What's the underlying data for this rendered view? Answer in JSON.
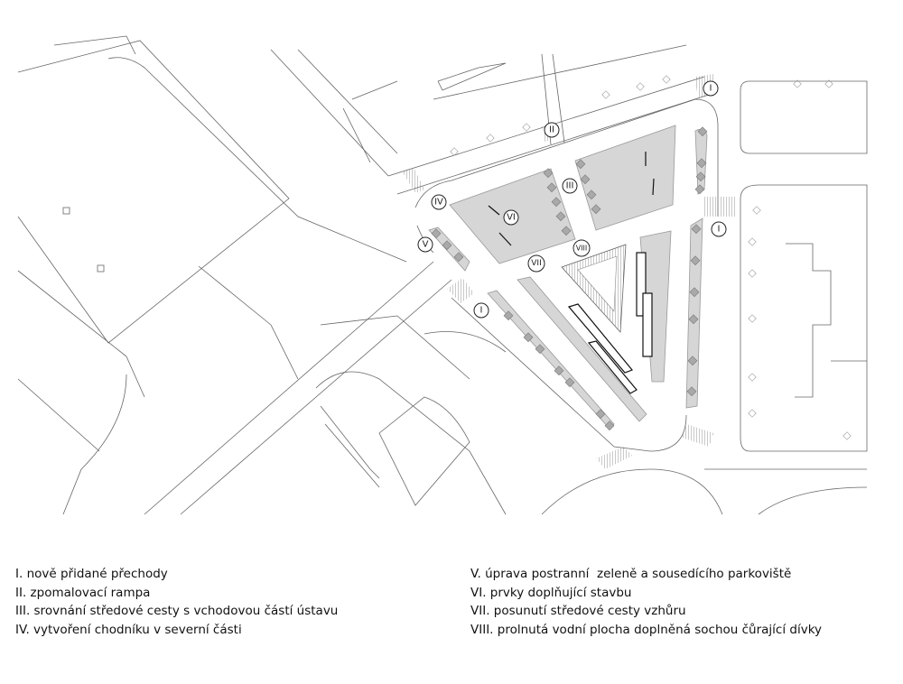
{
  "markers": [
    {
      "id": "m1",
      "label": "I"
    },
    {
      "id": "m2",
      "label": "II"
    },
    {
      "id": "m3",
      "label": "III"
    },
    {
      "id": "m4",
      "label": "IV"
    },
    {
      "id": "m5",
      "label": "V"
    },
    {
      "id": "m6",
      "label": "VI"
    },
    {
      "id": "m7",
      "label": "VII"
    },
    {
      "id": "m8",
      "label": "VIII"
    },
    {
      "id": "m9",
      "label": "I"
    },
    {
      "id": "m10",
      "label": "I"
    }
  ],
  "legend": {
    "left": [
      "I. nově přidané přechody",
      "II. zpomalovací rampa",
      "III. srovnání středové cesty s vchodovou částí ústavu",
      "IV. vytvoření chodníku v severní části"
    ],
    "right": [
      "V. úprava postranní  zeleně a sousedícího parkoviště",
      "VI. prvky doplňující stavbu",
      "VII. posunutí středové cesty vzhůru",
      "VIII. prolnutá vodní plocha doplněná sochou čůrající dívky"
    ]
  },
  "colors": {
    "line": "#555555",
    "shade": "#d6d6d6",
    "tree": "#a9a9a9"
  }
}
